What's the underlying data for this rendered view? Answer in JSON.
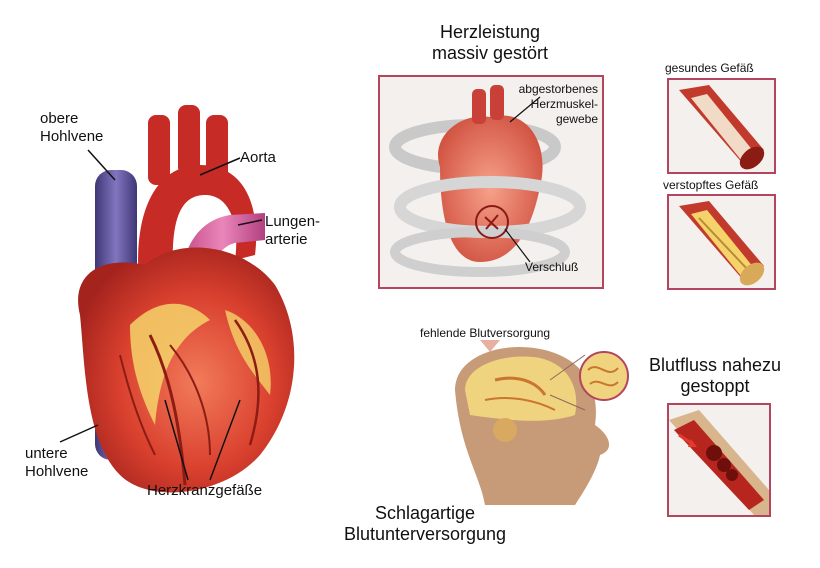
{
  "heart": {
    "labels": {
      "upper_vena_cava": "obere\nHohlvene",
      "aorta": "Aorta",
      "pulmonary_artery": "Lungen-\narterie",
      "lower_vena_cava": "untere\nHohlvene",
      "coronary_vessels": "Herzkranzgefäße"
    }
  },
  "heart_failure": {
    "title": "Herzleistung\nmassiv gestört",
    "labels": {
      "dead_tissue": "abgestorbenes\nHerzmuskel-\ngewebe",
      "occlusion": "Verschluß"
    }
  },
  "vessels": {
    "healthy_label": "gesundes Gefäß",
    "blocked_label": "verstopftes Gefäß"
  },
  "brain": {
    "missing_supply_label": "fehlende Blutversorgung",
    "caption": "Schlagartige\nBlutunterversorgung"
  },
  "blood_flow": {
    "title": "Blutfluss nahezu\ngestoppt"
  },
  "colors": {
    "frame": "#b3455e",
    "heart_red": "#d2372b",
    "vein_purple": "#6b5fa6",
    "fat_yellow": "#f5d36a"
  }
}
